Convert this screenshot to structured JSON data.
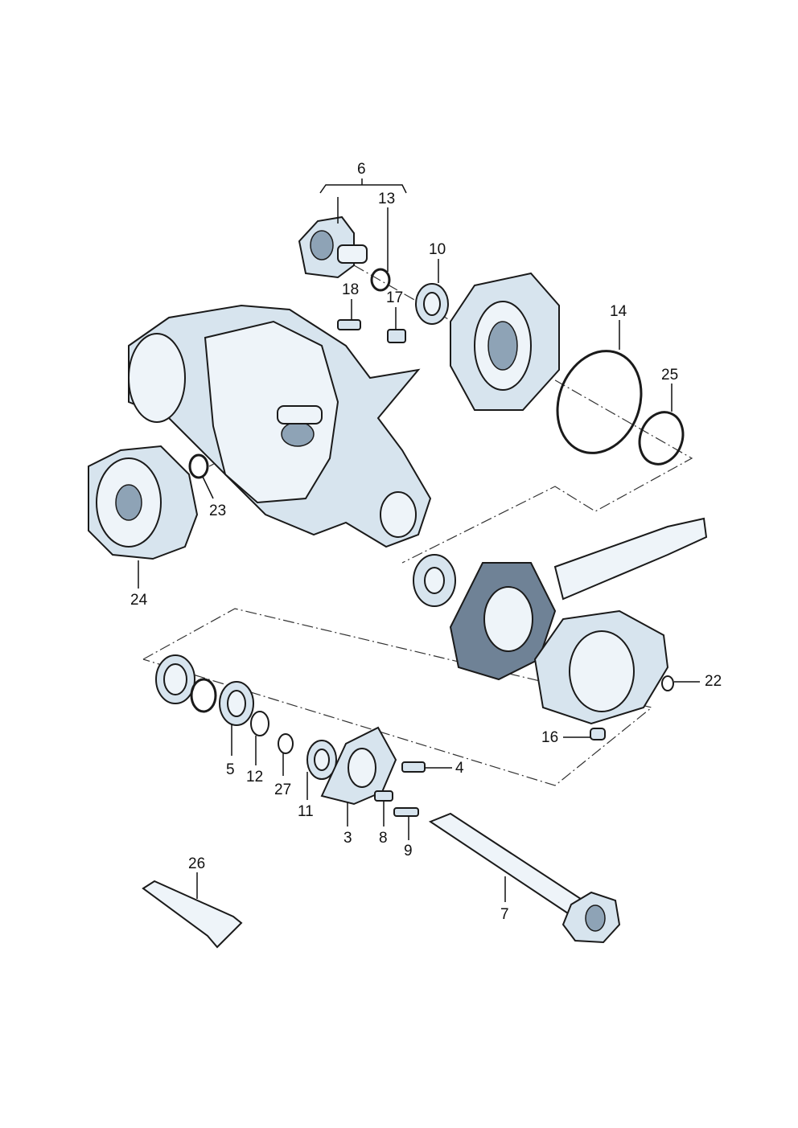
{
  "callouts": {
    "c3": "3",
    "c4": "4",
    "c5": "5",
    "c6": "6",
    "c7": "7",
    "c8": "8",
    "c9": "9",
    "c10": "10",
    "c11": "11",
    "c12": "12",
    "c13": "13",
    "c14": "14",
    "c16": "16",
    "c17": "17",
    "c18": "18",
    "c22": "22",
    "c23": "23",
    "c24": "24",
    "c25": "25",
    "c26": "26",
    "c27": "27"
  }
}
